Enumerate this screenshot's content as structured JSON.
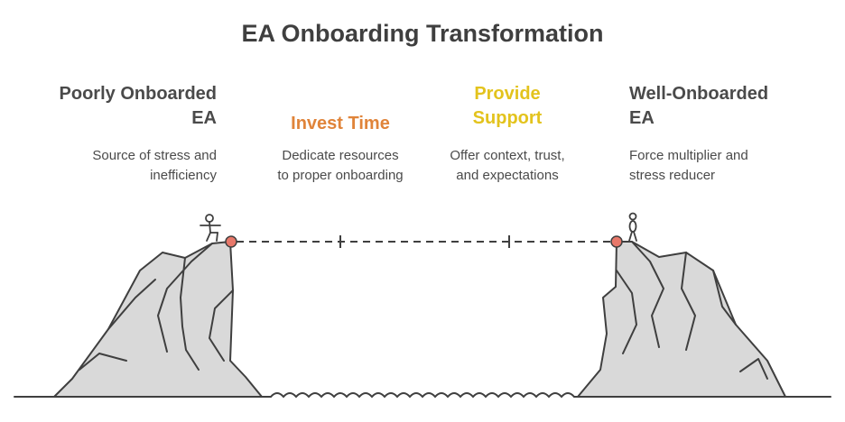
{
  "title": "EA Onboarding Transformation",
  "stages": [
    {
      "heading_lines": [
        "Poorly Onboarded",
        "EA"
      ],
      "description_lines": [
        "Source of stress and",
        "inefficiency"
      ],
      "color": "#4a4a4a"
    },
    {
      "heading_lines": [
        "Invest Time"
      ],
      "description_lines": [
        "Dedicate resources",
        "to proper onboarding"
      ],
      "color": "#e0843a"
    },
    {
      "heading_lines": [
        "Provide",
        "Support"
      ],
      "description_lines": [
        "Offer context, trust,",
        "and expectations"
      ],
      "color": "#e3c31d"
    },
    {
      "heading_lines": [
        "Well-Onboarded",
        "EA"
      ],
      "description_lines": [
        "Force multiplier and",
        "stress reducer"
      ],
      "color": "#4a4a4a"
    }
  ],
  "colors": {
    "cliff_fill": "#d9d9d9",
    "outline": "#3f3f3f",
    "marker": "#e8786a"
  }
}
